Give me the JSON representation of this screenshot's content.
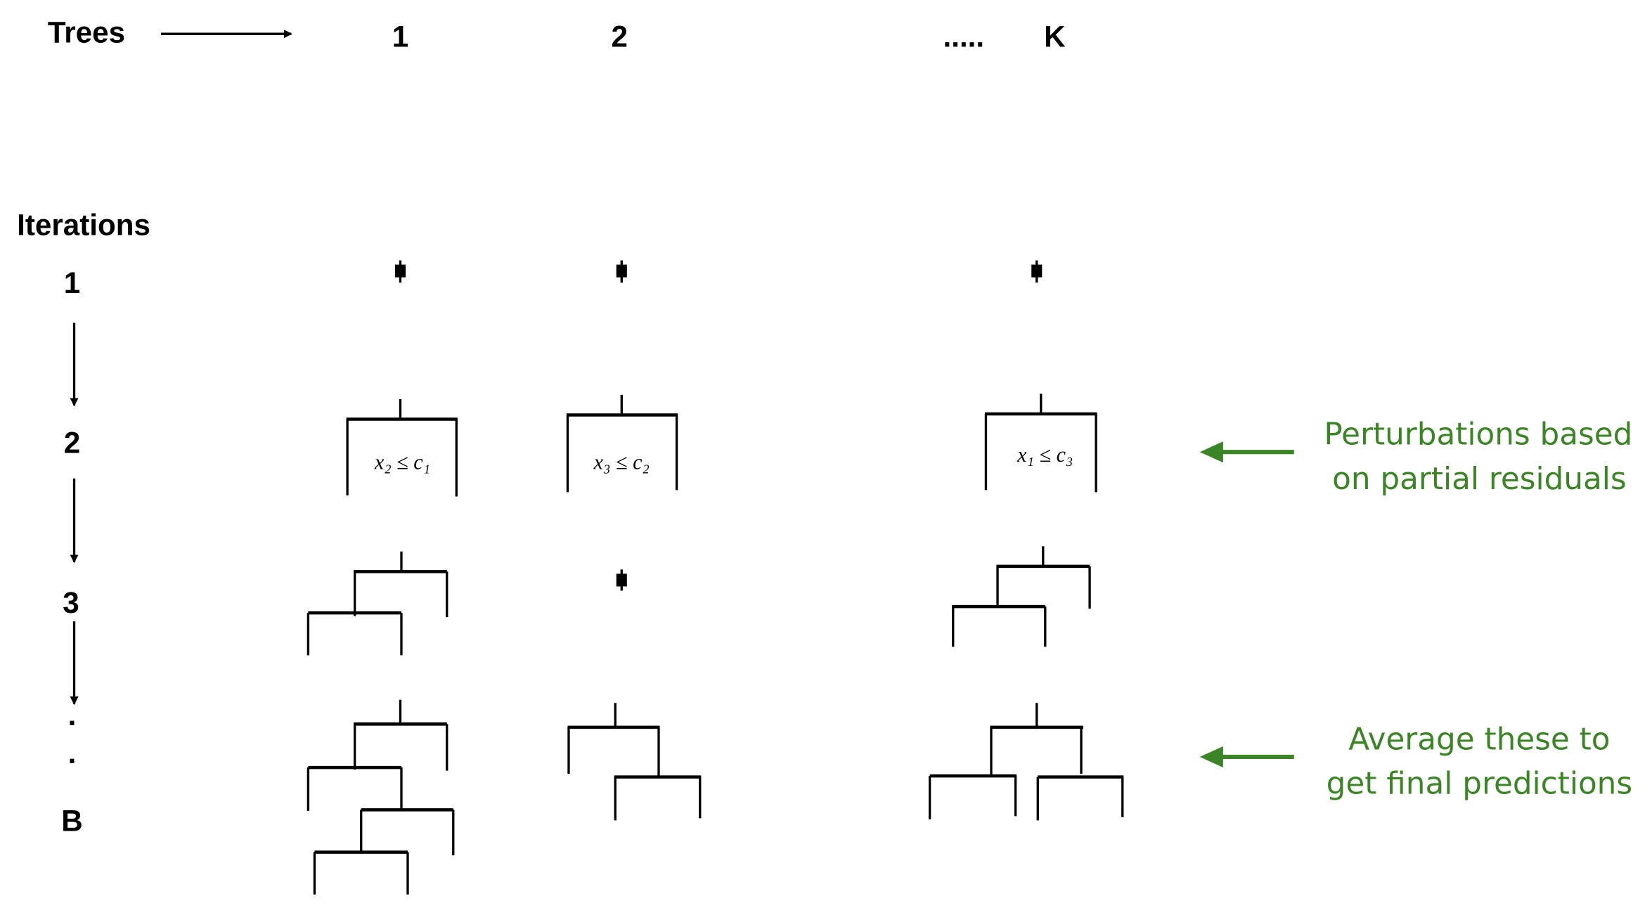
{
  "header": {
    "trees_label": "Trees",
    "tree_columns": [
      "1",
      "2",
      ".....",
      "K"
    ]
  },
  "iterations": {
    "label": "Iterations",
    "rows": [
      "1",
      "2",
      "3",
      ".",
      ".",
      "B"
    ]
  },
  "splits": {
    "tree1": "x₂ ≤ c₁",
    "tree2": "x₃ ≤ c₂",
    "treeK": "x₁ ≤ c₃"
  },
  "annotations": {
    "perturb_line1": "Perturbations based",
    "perturb_line2": "on partial residuals",
    "average_line1": "Average these to",
    "average_line2": "get final predictions"
  },
  "colors": {
    "annotation": "#3b8526"
  }
}
